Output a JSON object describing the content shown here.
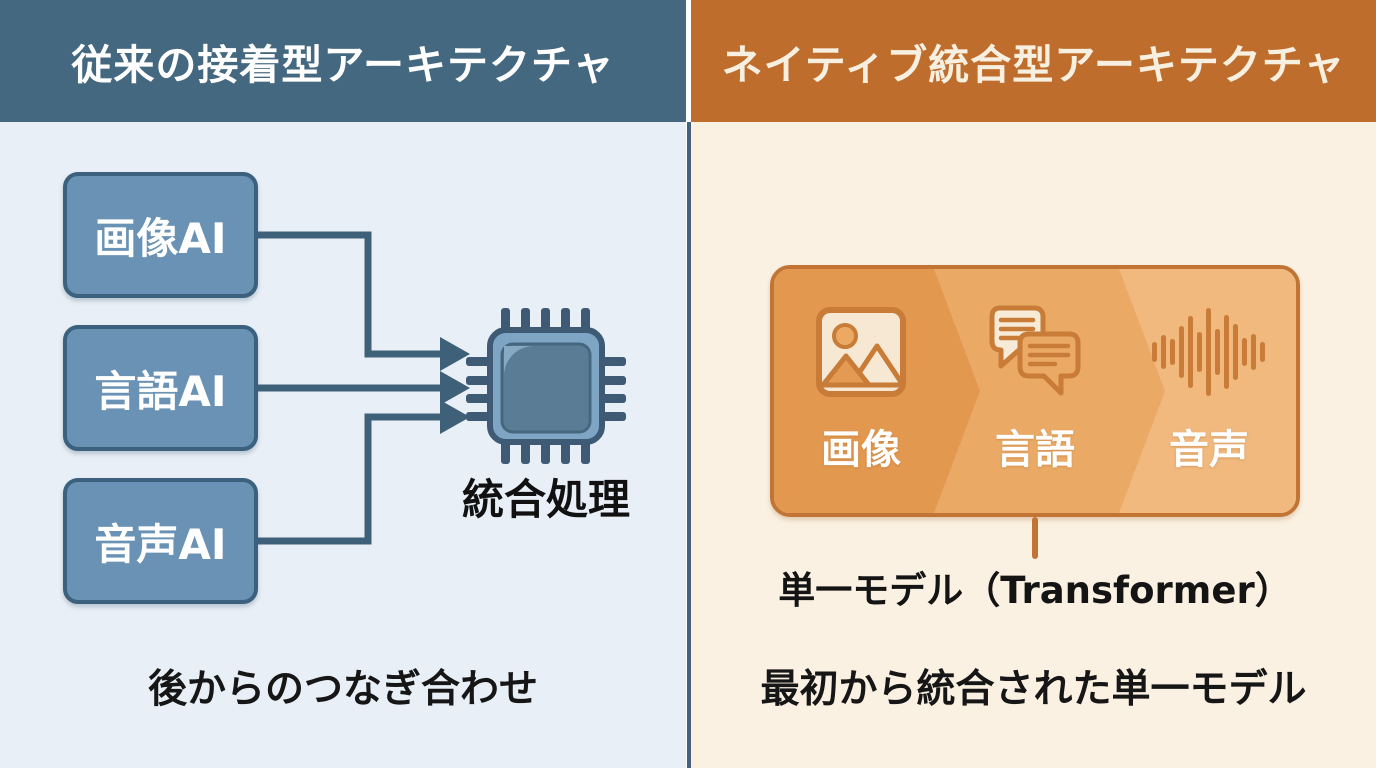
{
  "left_panel": {
    "header": "従来の接着型アーキテクチャ",
    "boxes": [
      {
        "label": "画像AI"
      },
      {
        "label": "言語AI"
      },
      {
        "label": "音声AI"
      }
    ],
    "chip_icon": "cpu-chip-icon",
    "chip_label": "統合処理",
    "caption": "後からのつなぎ合わせ"
  },
  "right_panel": {
    "header": "ネイティブ統合型アーキテクチャ",
    "modalities": [
      {
        "label": "画像",
        "icon": "image-icon"
      },
      {
        "label": "言語",
        "icon": "chat-bubbles-icon"
      },
      {
        "label": "音声",
        "icon": "audio-waveform-icon"
      }
    ],
    "model_label": "単一モデル（Transformer）",
    "caption": "最初から統合された単一モデル"
  },
  "colors": {
    "left_header_bg": "#44687f",
    "left_bg": "#e8eff6",
    "left_box_fill": "#6992b4",
    "left_box_border": "#3b617f",
    "connector": "#3e6078",
    "chip_body": "#7ea6c4",
    "chip_core": "#5a7d95",
    "right_header_bg": "#bf6d2c",
    "right_bg": "#fbf1e2",
    "uni_box_border": "#c17434",
    "band_1": "#e2984f",
    "band_2": "#eaaa66",
    "band_3": "#f1b97e",
    "icon_stroke": "#c87c38",
    "text_dark": "#141414"
  }
}
